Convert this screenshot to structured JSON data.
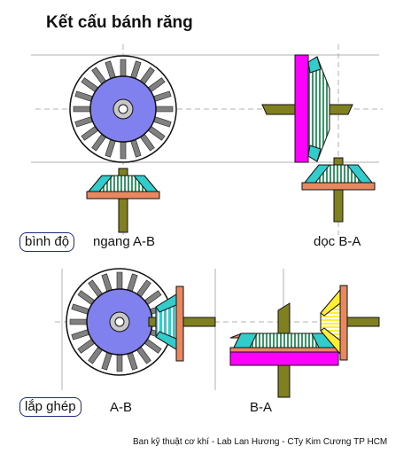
{
  "title": "Kết cấu bánh răng",
  "rows": [
    {
      "tag": "bình độ",
      "left_label": "ngang A-B",
      "right_label": "dọc B-A"
    },
    {
      "tag": "lắp ghép",
      "left_label": "A-B",
      "right_label": "B-A"
    }
  ],
  "credit": "Ban kỹ thuật cơ khí - Lab Lan Hương - CTy Kim Cương TP HCM",
  "colors": {
    "gear_face": "#8080ee",
    "hub": "#c8c8c8",
    "tooth_dark": "#808080",
    "shaft": "#808020",
    "flange": "#e88860",
    "magenta": "#ff00ff",
    "bevel_cyan": "#33cccc",
    "bevel_green": "#339966",
    "bevel_yellow": "#ffee33",
    "ref_line": "#b0b0b0"
  }
}
